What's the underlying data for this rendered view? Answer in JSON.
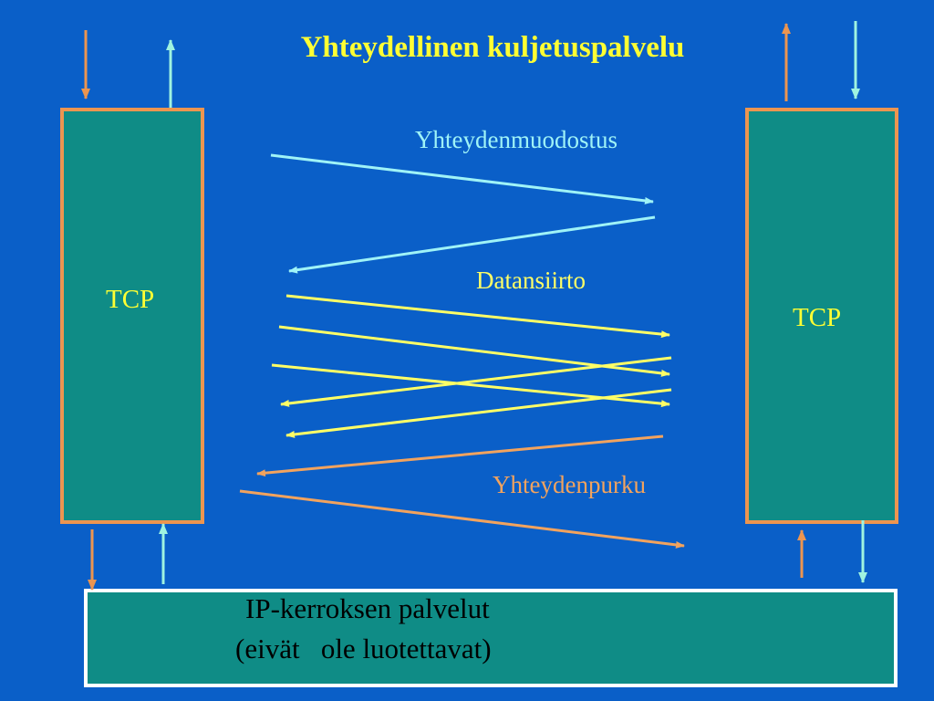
{
  "title": "Yhteydellinen kuljetuspalvelu",
  "left_box": {
    "label": "TCP"
  },
  "right_box": {
    "label": "TCP"
  },
  "ip_box": {
    "line1": "IP-kerroksen palvelut",
    "line2": "(eivät   ole luotettavat)"
  },
  "phases": {
    "setup": "Yhteydenmuodostus",
    "data": "Datansiirto",
    "teardown": "Yhteydenpurku"
  },
  "colors": {
    "background": "#0a5fc8",
    "box_fill": "#0f8c86",
    "box_border": "#ec9550",
    "title": "#ffff33",
    "setup_arrows": "#9ff3f7",
    "data_arrows": "#ffff66",
    "teardown_arrows": "#f2a35e",
    "up_arrows": "#9ff3e0",
    "down_arrows": "#ec9550"
  }
}
